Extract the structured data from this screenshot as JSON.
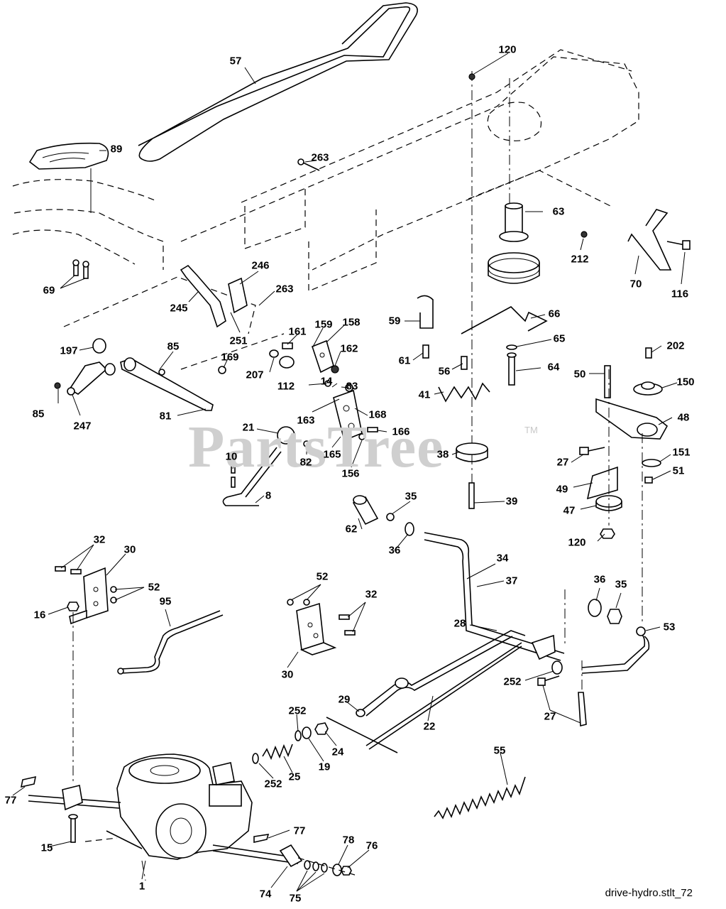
{
  "watermark": {
    "text": "PartsTree",
    "trademark": "TM"
  },
  "footer_caption": "drive-hydro.stlt_72",
  "part_labels": [
    {
      "id": "lbl-57",
      "text": "57"
    },
    {
      "id": "lbl-120a",
      "text": "120"
    },
    {
      "id": "lbl-89",
      "text": "89"
    },
    {
      "id": "lbl-263a",
      "text": "263"
    },
    {
      "id": "lbl-63",
      "text": "63"
    },
    {
      "id": "lbl-212",
      "text": "212"
    },
    {
      "id": "lbl-70",
      "text": "70"
    },
    {
      "id": "lbl-116",
      "text": "116"
    },
    {
      "id": "lbl-69",
      "text": "69"
    },
    {
      "id": "lbl-246",
      "text": "246"
    },
    {
      "id": "lbl-263b",
      "text": "263"
    },
    {
      "id": "lbl-245",
      "text": "245"
    },
    {
      "id": "lbl-251",
      "text": "251"
    },
    {
      "id": "lbl-59",
      "text": "59"
    },
    {
      "id": "lbl-66",
      "text": "66"
    },
    {
      "id": "lbl-65",
      "text": "65"
    },
    {
      "id": "lbl-161",
      "text": "161"
    },
    {
      "id": "lbl-159",
      "text": "159"
    },
    {
      "id": "lbl-158",
      "text": "158"
    },
    {
      "id": "lbl-197",
      "text": "197"
    },
    {
      "id": "lbl-85a",
      "text": "85"
    },
    {
      "id": "lbl-169",
      "text": "169"
    },
    {
      "id": "lbl-207",
      "text": "207"
    },
    {
      "id": "lbl-162",
      "text": "162"
    },
    {
      "id": "lbl-61",
      "text": "61"
    },
    {
      "id": "lbl-56",
      "text": "56"
    },
    {
      "id": "lbl-64",
      "text": "64"
    },
    {
      "id": "lbl-202",
      "text": "202"
    },
    {
      "id": "lbl-112",
      "text": "112"
    },
    {
      "id": "lbl-14",
      "text": "14"
    },
    {
      "id": "lbl-83",
      "text": "83"
    },
    {
      "id": "lbl-41",
      "text": "41"
    },
    {
      "id": "lbl-50",
      "text": "50"
    },
    {
      "id": "lbl-150",
      "text": "150"
    },
    {
      "id": "lbl-85b",
      "text": "85"
    },
    {
      "id": "lbl-247",
      "text": "247"
    },
    {
      "id": "lbl-81",
      "text": "81"
    },
    {
      "id": "lbl-163",
      "text": "163"
    },
    {
      "id": "lbl-168",
      "text": "168"
    },
    {
      "id": "lbl-48",
      "text": "48"
    },
    {
      "id": "lbl-21",
      "text": "21"
    },
    {
      "id": "lbl-166",
      "text": "166"
    },
    {
      "id": "lbl-38",
      "text": "38"
    },
    {
      "id": "lbl-165",
      "text": "165"
    },
    {
      "id": "lbl-10",
      "text": "10"
    },
    {
      "id": "lbl-82",
      "text": "82"
    },
    {
      "id": "lbl-156",
      "text": "156"
    },
    {
      "id": "lbl-27a",
      "text": "27"
    },
    {
      "id": "lbl-151",
      "text": "151"
    },
    {
      "id": "lbl-51",
      "text": "51"
    },
    {
      "id": "lbl-49",
      "text": "49"
    },
    {
      "id": "lbl-8",
      "text": "8"
    },
    {
      "id": "lbl-35a",
      "text": "35"
    },
    {
      "id": "lbl-39",
      "text": "39"
    },
    {
      "id": "lbl-47",
      "text": "47"
    },
    {
      "id": "lbl-62",
      "text": "62"
    },
    {
      "id": "lbl-36a",
      "text": "36"
    },
    {
      "id": "lbl-120b",
      "text": "120"
    },
    {
      "id": "lbl-32a",
      "text": "32"
    },
    {
      "id": "lbl-30a",
      "text": "30"
    },
    {
      "id": "lbl-34",
      "text": "34"
    },
    {
      "id": "lbl-52a",
      "text": "52"
    },
    {
      "id": "lbl-37",
      "text": "37"
    },
    {
      "id": "lbl-52b",
      "text": "52"
    },
    {
      "id": "lbl-32b",
      "text": "32"
    },
    {
      "id": "lbl-36b",
      "text": "36"
    },
    {
      "id": "lbl-35b",
      "text": "35"
    },
    {
      "id": "lbl-16",
      "text": "16"
    },
    {
      "id": "lbl-95",
      "text": "95"
    },
    {
      "id": "lbl-28",
      "text": "28"
    },
    {
      "id": "lbl-53",
      "text": "53"
    },
    {
      "id": "lbl-30b",
      "text": "30"
    },
    {
      "id": "lbl-252a",
      "text": "252"
    },
    {
      "id": "lbl-29",
      "text": "29"
    },
    {
      "id": "lbl-27b",
      "text": "27"
    },
    {
      "id": "lbl-252b",
      "text": "252"
    },
    {
      "id": "lbl-22",
      "text": "22"
    },
    {
      "id": "lbl-24",
      "text": "24"
    },
    {
      "id": "lbl-19",
      "text": "19"
    },
    {
      "id": "lbl-55",
      "text": "55"
    },
    {
      "id": "lbl-25",
      "text": "25"
    },
    {
      "id": "lbl-252c",
      "text": "252"
    },
    {
      "id": "lbl-77a",
      "text": "77"
    },
    {
      "id": "lbl-77b",
      "text": "77"
    },
    {
      "id": "lbl-78",
      "text": "78"
    },
    {
      "id": "lbl-76",
      "text": "76"
    },
    {
      "id": "lbl-15",
      "text": "15"
    },
    {
      "id": "lbl-1",
      "text": "1"
    },
    {
      "id": "lbl-74",
      "text": "74"
    },
    {
      "id": "lbl-75",
      "text": "75"
    }
  ]
}
